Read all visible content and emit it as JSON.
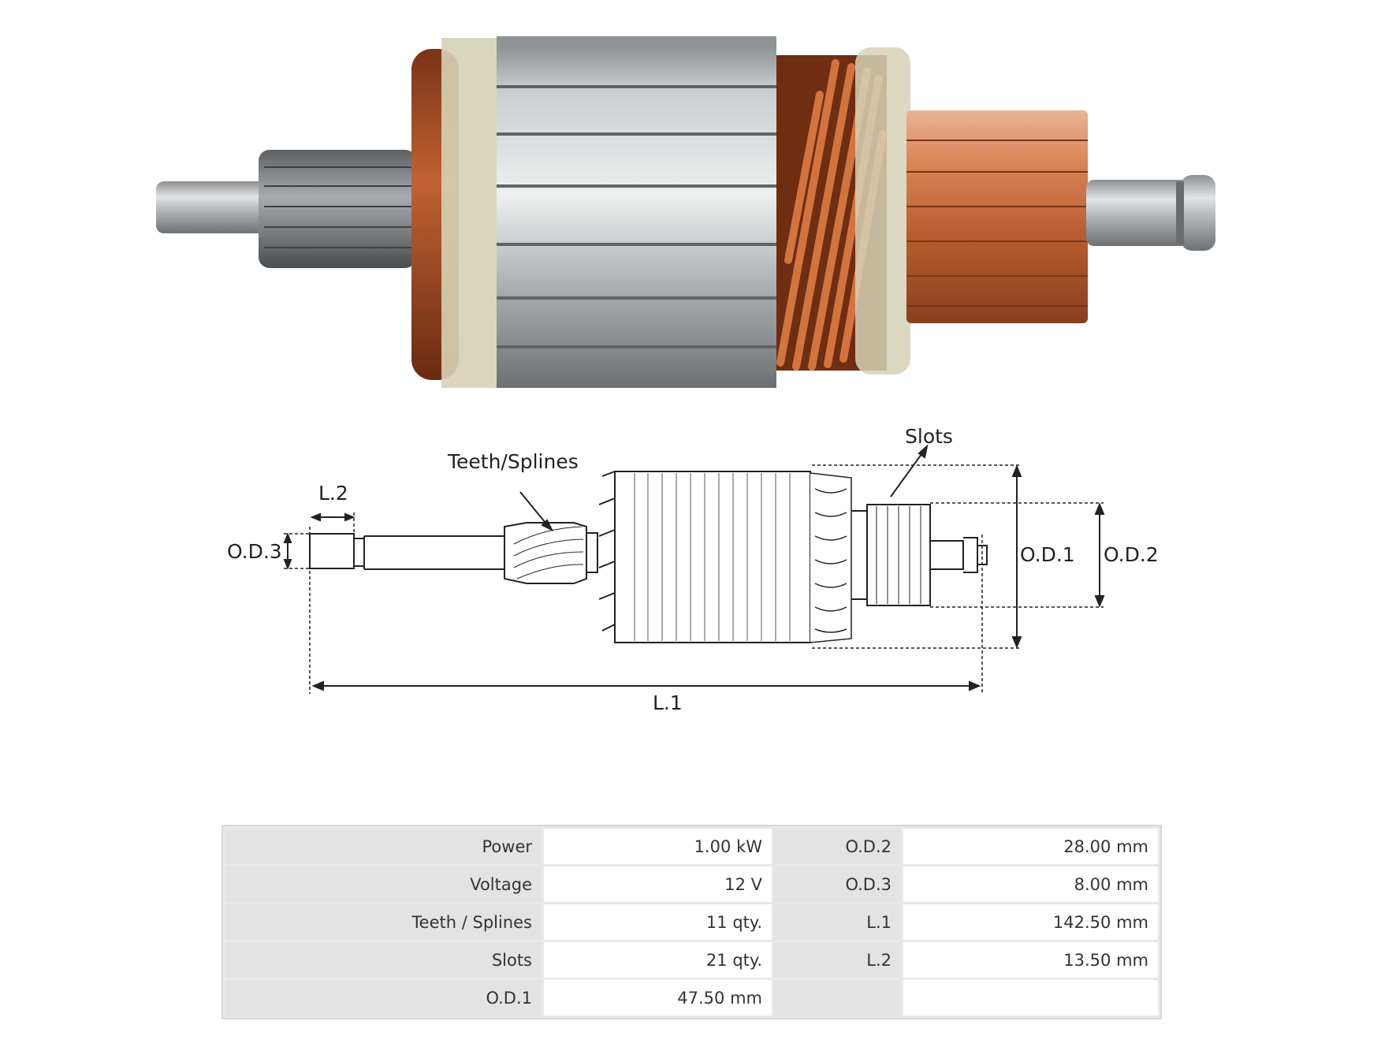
{
  "photo": {
    "subject": "starter armature photo",
    "colors": {
      "steel": "#b9bcbe",
      "copper": "#c96f3a",
      "winding": "#9a4420",
      "varnish": "#d6d1b6"
    }
  },
  "drawing": {
    "labels": {
      "teeth": "Teeth/Splines",
      "slots": "Slots",
      "l2": "L.2",
      "od3": "O.D.3",
      "od1": "O.D.1",
      "od2": "O.D.2",
      "l1": "L.1"
    }
  },
  "specs": {
    "rows": [
      {
        "k1": "Power",
        "v1": "1.00 kW",
        "k2": "O.D.2",
        "v2": "28.00 mm"
      },
      {
        "k1": "Voltage",
        "v1": "12 V",
        "k2": "O.D.3",
        "v2": "8.00 mm"
      },
      {
        "k1": "Teeth / Splines",
        "v1": "11 qty.",
        "k2": "L.1",
        "v2": "142.50 mm"
      },
      {
        "k1": "Slots",
        "v1": "21 qty.",
        "k2": "L.2",
        "v2": "13.50 mm"
      },
      {
        "k1": "O.D.1",
        "v1": "47.50 mm",
        "k2": "",
        "v2": ""
      }
    ]
  }
}
